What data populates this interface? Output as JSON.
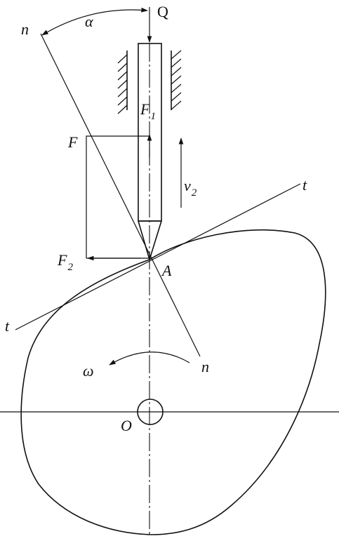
{
  "labels": {
    "alpha": "α",
    "Q": "Q",
    "n_top": "n",
    "n_bottom": "n",
    "F1_main": "F",
    "F1_sub": "1",
    "F": "F",
    "v2_main": "v",
    "v2_sub": "2",
    "t_right": "t",
    "t_left": "t",
    "F2_main": "F",
    "F2_sub": "2",
    "A": "A",
    "omega": "ω",
    "O": "O"
  }
}
